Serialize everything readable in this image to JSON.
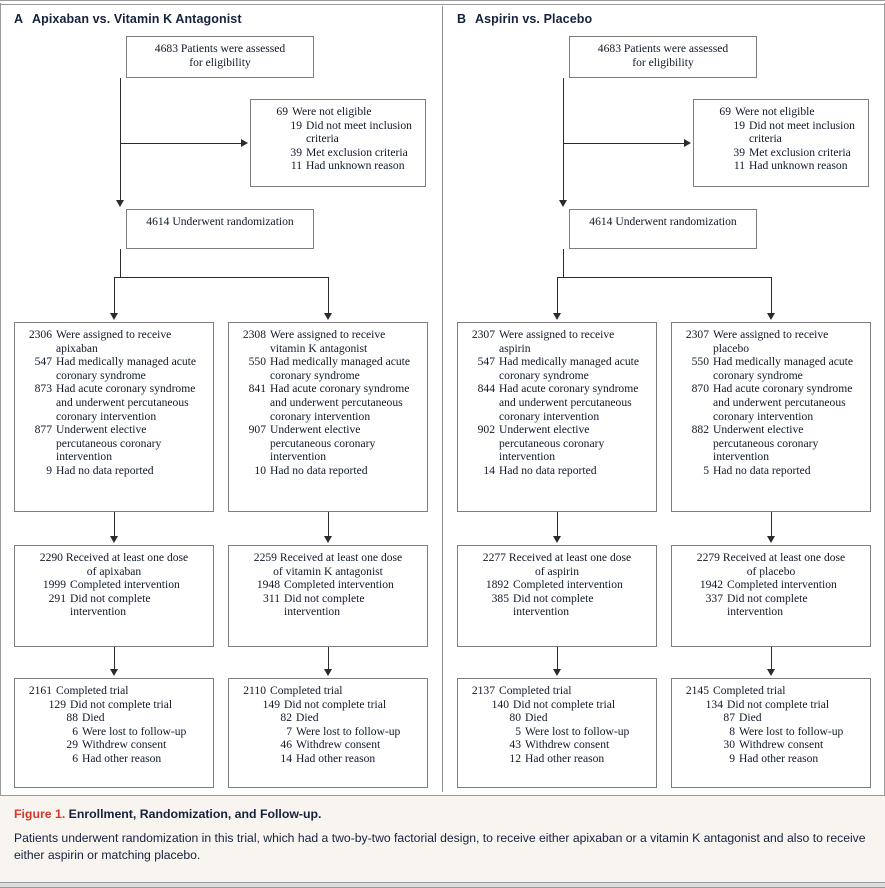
{
  "figure": {
    "caption_label": "Figure 1.",
    "caption_title": " Enrollment, Randomization, and Follow-up.",
    "caption_body": "Patients underwent randomization in this trial, which had a two-by-two factorial design, to receive either apixaban or a vitamin K antagonist and also to receive either aspirin or matching placebo.",
    "accent_color": "#d8372a",
    "text_color": "#16213e"
  },
  "panels": [
    {
      "letter": "A",
      "title": "Apixaban vs. Vitamin K Antagonist",
      "assessed": {
        "line1": "4683 Patients were assessed",
        "line2": "for eligibility"
      },
      "not_eligible": {
        "head_num": "69",
        "head_text": "Were not eligible",
        "items": [
          {
            "num": "19",
            "text": "Did not meet inclusion criteria"
          },
          {
            "num": "39",
            "text": "Met exclusion criteria"
          },
          {
            "num": "11",
            "text": "Had unknown reason"
          }
        ]
      },
      "randomized": "4614 Underwent randomization",
      "arms": [
        {
          "assigned_num": "2306",
          "assigned_text": "Were assigned to receive",
          "assigned_drug": "apixaban",
          "breakdown": [
            {
              "num": "547",
              "text": "Had medically managed acute coronary syndrome"
            },
            {
              "num": "873",
              "text": "Had acute coronary syndrome and underwent percutaneous coronary intervention"
            },
            {
              "num": "877",
              "text": "Underwent elective percutaneous coronary intervention"
            },
            {
              "num": "9",
              "text": "Had no data reported"
            }
          ],
          "dose": {
            "num": "2290",
            "text": "Received at least one dose",
            "drug_line": "of apixaban",
            "items": [
              {
                "num": "1999",
                "text": "Completed intervention"
              },
              {
                "num": "291",
                "text": "Did not complete intervention"
              }
            ]
          },
          "trial": {
            "num": "2161",
            "text": "Completed trial",
            "items": [
              {
                "num": "129",
                "text": "Did not complete trial",
                "level": 2
              },
              {
                "num": "88",
                "text": "Died",
                "level": 3
              },
              {
                "num": "6",
                "text": "Were lost to follow-up",
                "level": 3
              },
              {
                "num": "29",
                "text": "Withdrew consent",
                "level": 3
              },
              {
                "num": "6",
                "text": "Had other reason",
                "level": 3
              }
            ]
          }
        },
        {
          "assigned_num": "2308",
          "assigned_text": "Were assigned to receive",
          "assigned_drug": "vitamin K antagonist",
          "breakdown": [
            {
              "num": "550",
              "text": "Had medically managed acute coronary syndrome"
            },
            {
              "num": "841",
              "text": "Had acute coronary syndrome and underwent percutaneous coronary intervention"
            },
            {
              "num": "907",
              "text": "Underwent elective percutaneous coronary intervention"
            },
            {
              "num": "10",
              "text": "Had no data reported"
            }
          ],
          "dose": {
            "num": "2259",
            "text": "Received at least one dose",
            "drug_line": "of vitamin K antagonist",
            "items": [
              {
                "num": "1948",
                "text": "Completed intervention"
              },
              {
                "num": "311",
                "text": "Did not complete intervention"
              }
            ]
          },
          "trial": {
            "num": "2110",
            "text": "Completed trial",
            "items": [
              {
                "num": "149",
                "text": "Did not complete trial",
                "level": 2
              },
              {
                "num": "82",
                "text": "Died",
                "level": 3
              },
              {
                "num": "7",
                "text": "Were lost to follow-up",
                "level": 3
              },
              {
                "num": "46",
                "text": "Withdrew consent",
                "level": 3
              },
              {
                "num": "14",
                "text": "Had other reason",
                "level": 3
              }
            ]
          }
        }
      ]
    },
    {
      "letter": "B",
      "title": "Aspirin vs. Placebo",
      "assessed": {
        "line1": "4683 Patients were assessed",
        "line2": "for eligibility"
      },
      "not_eligible": {
        "head_num": "69",
        "head_text": "Were not eligible",
        "items": [
          {
            "num": "19",
            "text": "Did not meet inclusion criteria"
          },
          {
            "num": "39",
            "text": "Met exclusion criteria"
          },
          {
            "num": "11",
            "text": "Had unknown reason"
          }
        ]
      },
      "randomized": "4614 Underwent randomization",
      "arms": [
        {
          "assigned_num": "2307",
          "assigned_text": "Were assigned to receive",
          "assigned_drug": "aspirin",
          "breakdown": [
            {
              "num": "547",
              "text": "Had medically managed acute coronary syndrome"
            },
            {
              "num": "844",
              "text": "Had acute coronary syndrome and underwent percutaneous coronary intervention"
            },
            {
              "num": "902",
              "text": "Underwent elective percutaneous coronary intervention"
            },
            {
              "num": "14",
              "text": "Had no data reported"
            }
          ],
          "dose": {
            "num": "2277",
            "text": "Received at least one dose",
            "drug_line": "of aspirin",
            "items": [
              {
                "num": "1892",
                "text": "Completed intervention"
              },
              {
                "num": "385",
                "text": "Did not complete intervention"
              }
            ]
          },
          "trial": {
            "num": "2137",
            "text": "Completed trial",
            "items": [
              {
                "num": "140",
                "text": "Did not complete trial",
                "level": 2
              },
              {
                "num": "80",
                "text": "Died",
                "level": 3
              },
              {
                "num": "5",
                "text": "Were lost to follow-up",
                "level": 3
              },
              {
                "num": "43",
                "text": "Withdrew consent",
                "level": 3
              },
              {
                "num": "12",
                "text": "Had other reason",
                "level": 3
              }
            ]
          }
        },
        {
          "assigned_num": "2307",
          "assigned_text": "Were assigned to receive",
          "assigned_drug": "placebo",
          "breakdown": [
            {
              "num": "550",
              "text": "Had medically managed acute coronary syndrome"
            },
            {
              "num": "870",
              "text": "Had acute coronary syndrome and underwent percutaneous coronary intervention"
            },
            {
              "num": "882",
              "text": "Underwent elective percutaneous coronary intervention"
            },
            {
              "num": "5",
              "text": "Had no data reported"
            }
          ],
          "dose": {
            "num": "2279",
            "text": "Received at least one dose",
            "drug_line": "of placebo",
            "items": [
              {
                "num": "1942",
                "text": "Completed intervention"
              },
              {
                "num": "337",
                "text": "Did not complete intervention"
              }
            ]
          },
          "trial": {
            "num": "2145",
            "text": "Completed trial",
            "items": [
              {
                "num": "134",
                "text": "Did not complete trial",
                "level": 2
              },
              {
                "num": "87",
                "text": "Died",
                "level": 3
              },
              {
                "num": "8",
                "text": "Were lost to follow-up",
                "level": 3
              },
              {
                "num": "30",
                "text": "Withdrew consent",
                "level": 3
              },
              {
                "num": "9",
                "text": "Had other reason",
                "level": 3
              }
            ]
          }
        }
      ]
    }
  ]
}
